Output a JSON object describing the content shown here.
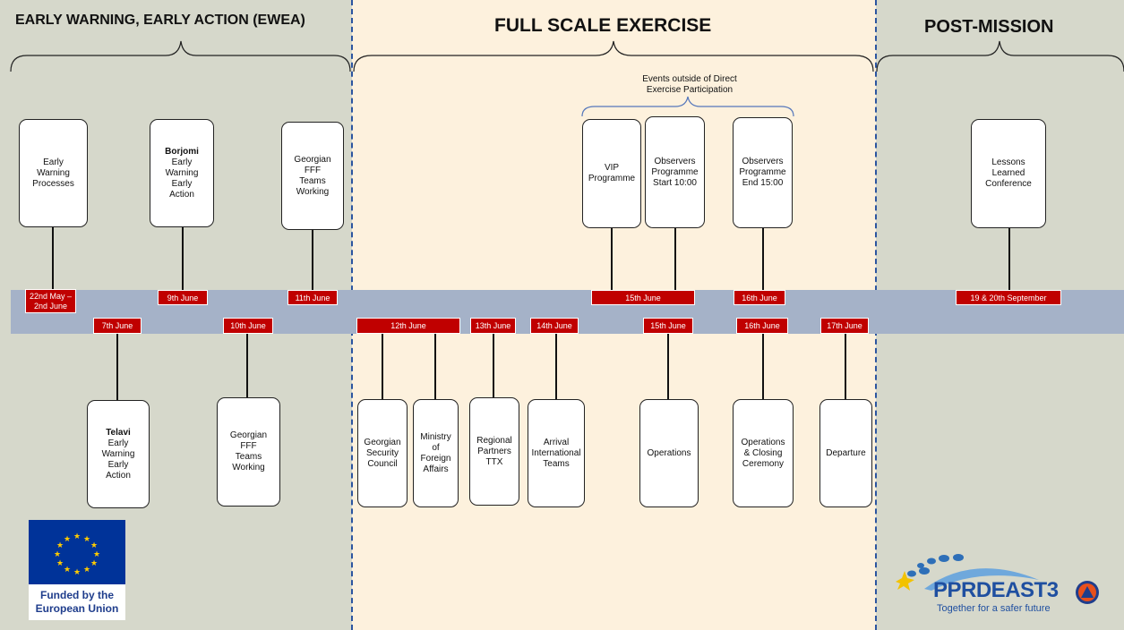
{
  "headings": {
    "ewea": "EARLY WARNING, EARLY ACTION (EWEA)",
    "fse": "FULL SCALE EXERCISE",
    "post": "POST-MISSION"
  },
  "note": [
    "Events outside of Direct",
    "Exercise Participation"
  ],
  "upper": [
    {
      "lines": [
        "Early",
        "Warning",
        "Processes"
      ],
      "date": [
        "22nd May –",
        "2nd June"
      ]
    },
    {
      "bold": "Borjomi",
      "lines": [
        "Early",
        "Warning",
        "Early",
        "Action"
      ],
      "date": [
        "9th June"
      ]
    },
    {
      "lines": [
        "Georgian",
        "FFF",
        "Teams",
        "Working"
      ],
      "date": [
        "11th June"
      ]
    },
    {
      "lines": [
        "VIP",
        "Programme"
      ]
    },
    {
      "lines": [
        "Observers",
        "Programme",
        "Start 10:00"
      ],
      "date": [
        "15th June"
      ]
    },
    {
      "lines": [
        "Observers",
        "Programme",
        "End 15:00"
      ],
      "date": [
        "16th June"
      ]
    },
    {
      "lines": [
        "Lessons",
        "Learned",
        "Conference"
      ],
      "date": [
        "19 & 20th September"
      ]
    }
  ],
  "lower": [
    {
      "bold": "Telavi",
      "lines": [
        "Early",
        "Warning",
        "Early",
        "Action"
      ],
      "date": "7th June"
    },
    {
      "lines": [
        "Georgian",
        "FFF",
        "Teams",
        "Working"
      ],
      "date": "10th June"
    },
    {
      "lines": [
        "Georgian",
        "Security",
        "Council"
      ],
      "date": "12th June"
    },
    {
      "lines": [
        "Ministry",
        "of",
        "Foreign",
        "Affairs"
      ]
    },
    {
      "lines": [
        "Regional",
        "Partners",
        "TTX"
      ],
      "date": "13th June"
    },
    {
      "lines": [
        "Arrival",
        "International",
        "Teams"
      ],
      "date": "14th June"
    },
    {
      "lines": [
        "Operations"
      ],
      "date": "15th June"
    },
    {
      "lines": [
        "Operations",
        "& Closing",
        "Ceremony"
      ],
      "date": "16th June"
    },
    {
      "lines": [
        "Departure"
      ],
      "date": "17th June"
    }
  ],
  "logos": {
    "eu_line1": "Funded by the",
    "eu_line2": "European Union",
    "pprd_name": "PPRDEAST3",
    "pprd_tagline": "Together for a safer future"
  },
  "colors": {
    "date_red": "#c00000",
    "band": "#a5b2c8",
    "zone_green": "#d6d8cb",
    "zone_peach": "#fdf1dd",
    "separator": "#2b55a0"
  }
}
